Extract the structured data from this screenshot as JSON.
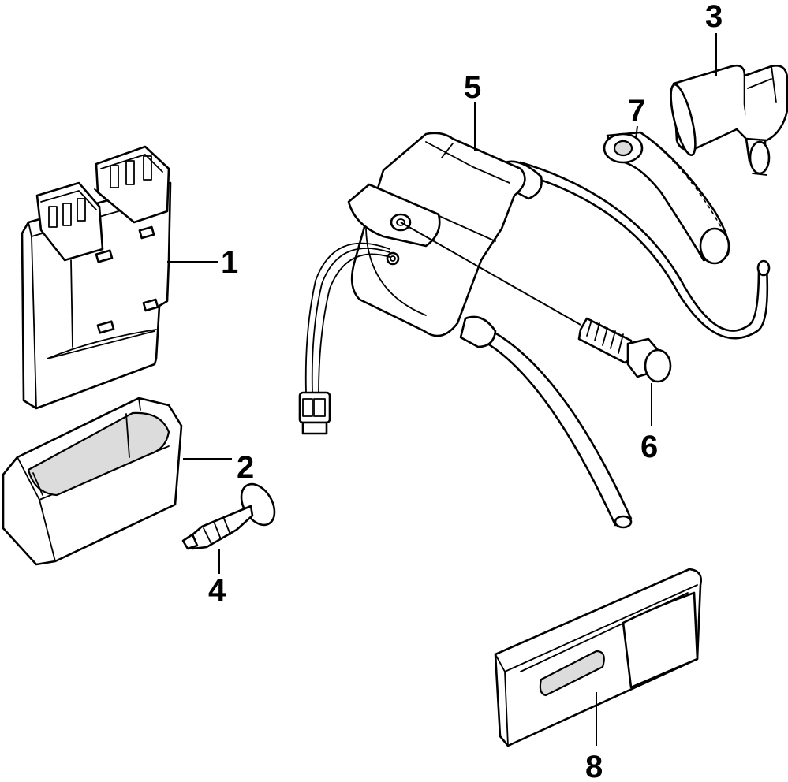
{
  "diagram": {
    "callouts": [
      {
        "id": "1",
        "label": "1"
      },
      {
        "id": "2",
        "label": "2"
      },
      {
        "id": "3",
        "label": "3"
      },
      {
        "id": "4",
        "label": "4"
      },
      {
        "id": "5",
        "label": "5"
      },
      {
        "id": "6",
        "label": "6"
      },
      {
        "id": "7",
        "label": "7"
      },
      {
        "id": "8",
        "label": "8"
      }
    ],
    "parts": [
      {
        "callout": "1",
        "name": "cdi-unit-icon"
      },
      {
        "callout": "2",
        "name": "cdi-cover-boot-icon"
      },
      {
        "callout": "3",
        "name": "spark-plug-cap-icon"
      },
      {
        "callout": "4",
        "name": "clip-pin-icon"
      },
      {
        "callout": "5",
        "name": "ignition-coil-icon"
      },
      {
        "callout": "6",
        "name": "bolt-icon"
      },
      {
        "callout": "7",
        "name": "tube-icon"
      },
      {
        "callout": "8",
        "name": "bracket-icon"
      }
    ]
  }
}
